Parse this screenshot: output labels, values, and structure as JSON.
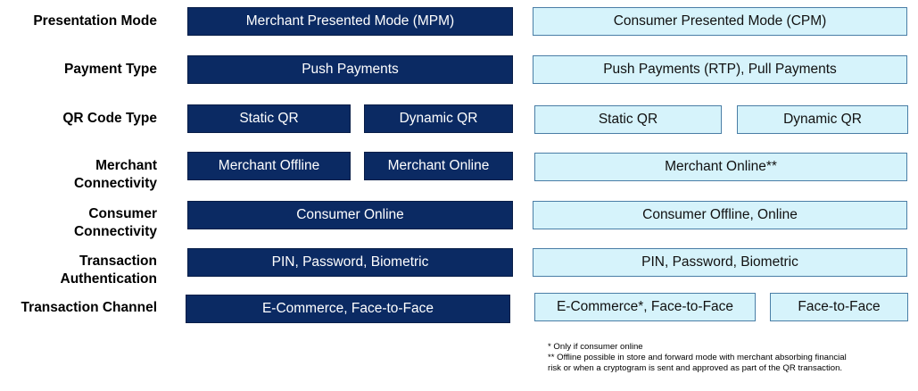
{
  "rows": [
    {
      "label": "Presentation Mode",
      "mpm": [
        "Merchant Presented Mode (MPM)"
      ],
      "cpm": [
        "Consumer Presented Mode (CPM)"
      ]
    },
    {
      "label": "Payment Type",
      "mpm": [
        "Push Payments"
      ],
      "cpm": [
        "Push Payments (RTP), Pull Payments"
      ]
    },
    {
      "label": "QR Code Type",
      "mpm": [
        "Static QR",
        "Dynamic QR"
      ],
      "cpm": [
        "Static QR",
        "Dynamic QR"
      ]
    },
    {
      "label": [
        "Merchant",
        "Connectivity"
      ],
      "mpm": [
        "Merchant Offline",
        "Merchant Online"
      ],
      "cpm": [
        "Merchant Online**"
      ]
    },
    {
      "label": [
        "Consumer",
        "Connectivity"
      ],
      "mpm": [
        "Consumer Online"
      ],
      "cpm": [
        "Consumer Offline, Online"
      ]
    },
    {
      "label": [
        "Transaction",
        "Authentication"
      ],
      "mpm": [
        "PIN, Password, Biometric"
      ],
      "cpm": [
        "PIN, Password, Biometric"
      ]
    },
    {
      "label": "Transaction Channel",
      "mpm": [
        "E-Commerce, Face-to-Face"
      ],
      "cpm": [
        "E-Commerce*, Face-to-Face",
        "Face-to-Face"
      ]
    }
  ],
  "footnotes": [
    "* Only if consumer online",
    "** Offline possible in store and forward mode with merchant absorbing financial",
    "risk or when a cryptogram is sent and approved as part of the QR transaction."
  ],
  "colors": {
    "mpm_fill": "#0b2a63",
    "cpm_fill": "#d6f3fb",
    "cpm_border": "#4a7ea6"
  }
}
